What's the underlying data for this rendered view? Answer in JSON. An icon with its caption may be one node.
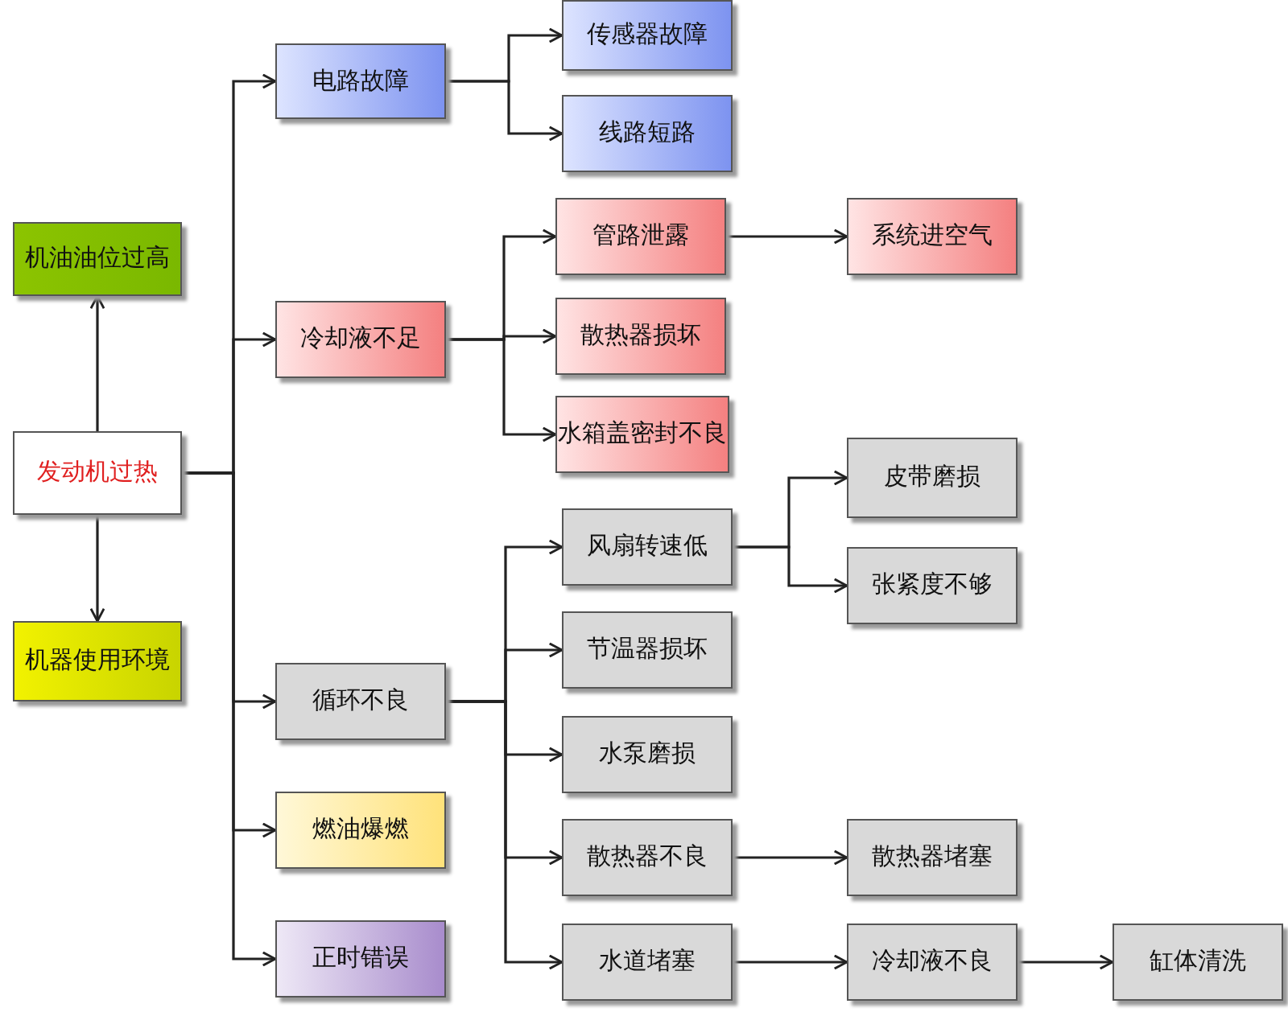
{
  "diagram": {
    "nodes": [
      {
        "text": [
          "发动机过热"
        ]
      },
      {
        "text": [
          "机油油位过高"
        ]
      },
      {
        "text": [
          "机器使用环境"
        ]
      },
      {
        "text": [
          "电路故障"
        ]
      },
      {
        "text": [
          "冷却液不足"
        ]
      },
      {
        "text": [
          "循环不良"
        ]
      },
      {
        "text": [
          "燃油爆燃"
        ]
      },
      {
        "text": [
          "正时错误"
        ]
      },
      {
        "text": [
          "传感器故障"
        ]
      },
      {
        "text": [
          "线路短路"
        ]
      },
      {
        "text": [
          "管路泄露"
        ]
      },
      {
        "text": [
          "散热器损坏"
        ]
      },
      {
        "text": [
          "水箱盖密封不良"
        ]
      },
      {
        "text": [
          "系统进空气"
        ]
      },
      {
        "text": [
          "风扇转速低"
        ]
      },
      {
        "text": [
          "节温器损坏"
        ]
      },
      {
        "text": [
          "水泵磨损"
        ]
      },
      {
        "text": [
          "散热器不良"
        ]
      },
      {
        "text": [
          "水道堵塞"
        ]
      },
      {
        "text": [
          "皮带磨损"
        ]
      },
      {
        "text": [
          "张紧度不够"
        ]
      },
      {
        "text": [
          "散热器堵塞"
        ]
      },
      {
        "text": [
          "冷却液不良"
        ]
      },
      {
        "text": [
          "缸体清洗"
        ]
      }
    ],
    "edges": [
      {
        "from": 0,
        "to": 1,
        "arrow": "to"
      },
      {
        "from": 0,
        "to": 2,
        "arrow": "to"
      },
      {
        "from": 0,
        "to": 3,
        "arrow": "to"
      },
      {
        "from": 0,
        "to": 4,
        "arrow": "to"
      },
      {
        "from": 0,
        "to": 5,
        "arrow": "to"
      },
      {
        "from": 0,
        "to": 6,
        "arrow": "to"
      },
      {
        "from": 0,
        "to": 7,
        "arrow": "to"
      },
      {
        "from": 3,
        "to": 8,
        "arrow": "to"
      },
      {
        "from": 3,
        "to": 9,
        "arrow": "to"
      },
      {
        "from": 4,
        "to": 10,
        "arrow": "to"
      },
      {
        "from": 4,
        "to": 11,
        "arrow": "to"
      },
      {
        "from": 4,
        "to": 12,
        "arrow": "to"
      },
      {
        "from": 10,
        "to": 13,
        "arrow": "to"
      },
      {
        "from": 5,
        "to": 14,
        "arrow": "to"
      },
      {
        "from": 5,
        "to": 15,
        "arrow": "to"
      },
      {
        "from": 5,
        "to": 16,
        "arrow": "to"
      },
      {
        "from": 5,
        "to": 17,
        "arrow": "to"
      },
      {
        "from": 5,
        "to": 18,
        "arrow": "to"
      },
      {
        "from": 14,
        "to": 19,
        "arrow": "to"
      },
      {
        "from": 14,
        "to": 20,
        "arrow": "to"
      },
      {
        "from": 17,
        "to": 21,
        "arrow": "to"
      },
      {
        "from": 18,
        "to": 22,
        "arrow": "to"
      },
      {
        "from": 22,
        "to": 23,
        "arrow": "to"
      }
    ]
  }
}
